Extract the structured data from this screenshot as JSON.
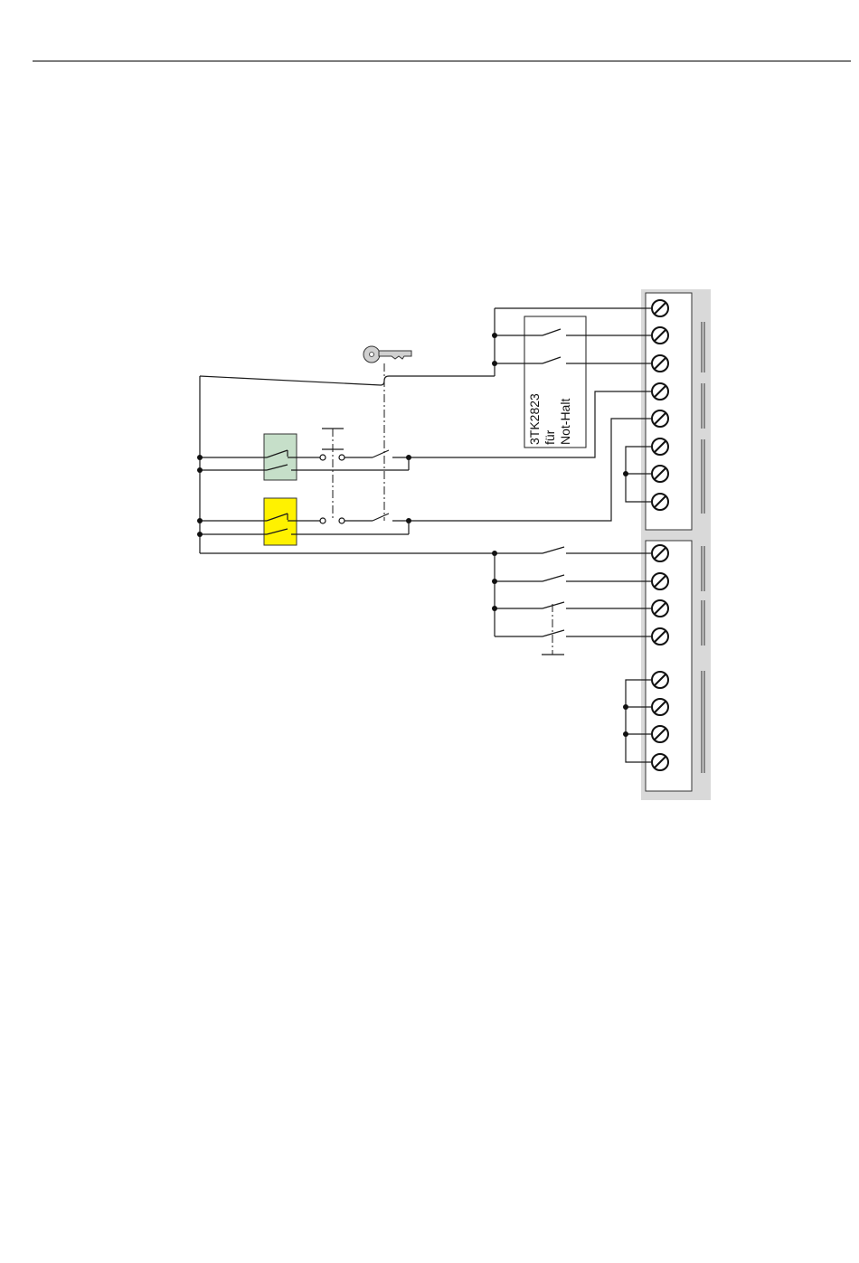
{
  "page": {
    "background": "#ffffff",
    "rule_color": "#000000"
  },
  "diagram": {
    "module": {
      "lines": [
        "3TK2823",
        "für",
        "Not-Halt"
      ]
    },
    "colors": {
      "terminal_panel_bg": "#d9d9d9",
      "green_button": "#c6dfc9",
      "yellow_button": "#fff200",
      "wire": "#1a1a1a"
    },
    "icons": {
      "key": "key-icon",
      "terminal": "screw-terminal-icon"
    },
    "terminal_blocks": [
      {
        "id": "upper",
        "terminal_count": 8
      },
      {
        "id": "lower",
        "terminal_count": 8
      }
    ]
  }
}
